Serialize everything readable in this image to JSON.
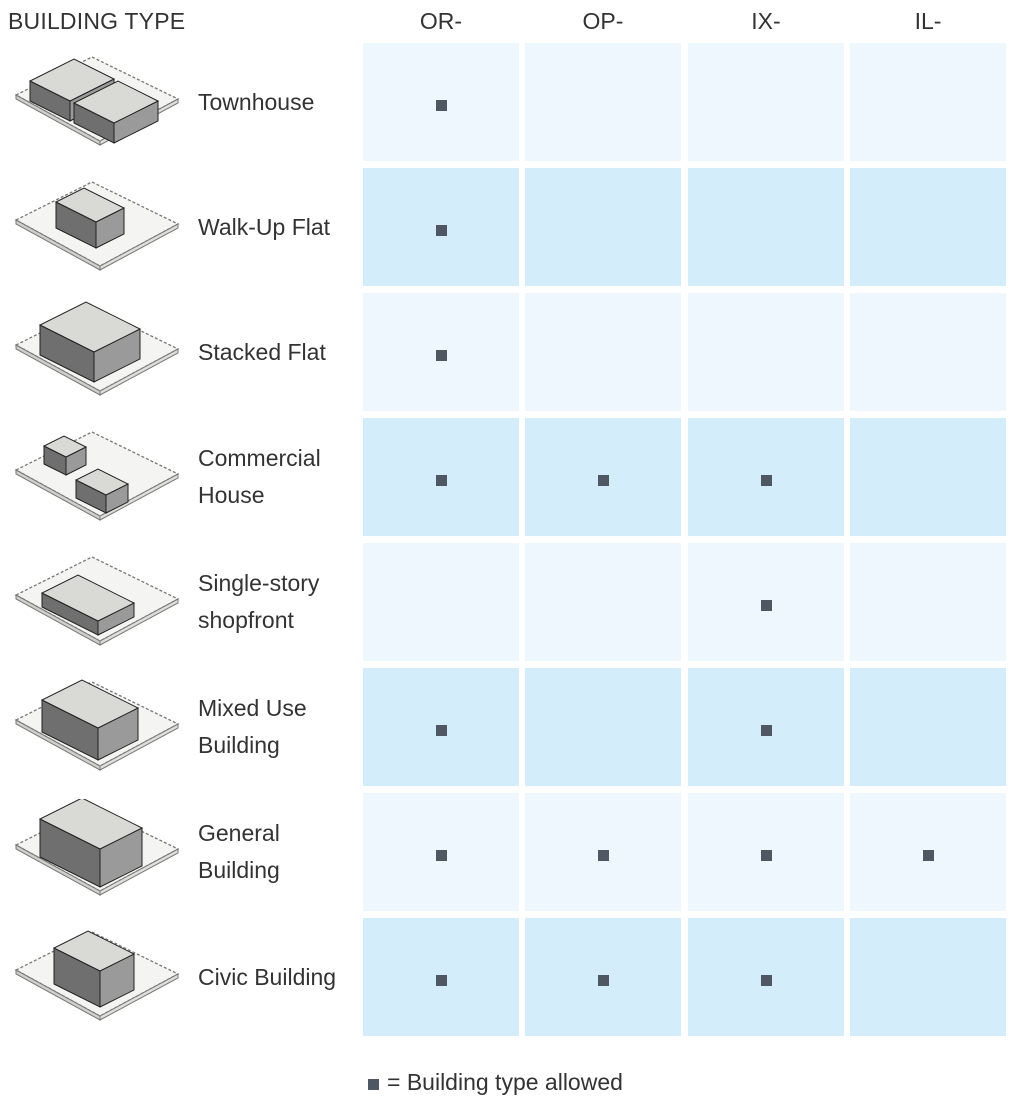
{
  "header": {
    "type_label": "BUILDING TYPE",
    "columns": [
      "OR-",
      "OP-",
      "IX-",
      "IL-"
    ]
  },
  "rows": [
    {
      "label_lines": [
        "Townhouse"
      ],
      "icon": "townhouse-icon",
      "allowed": [
        true,
        false,
        false,
        false
      ]
    },
    {
      "label_lines": [
        "Walk-Up Flat"
      ],
      "icon": "walk-up-flat-icon",
      "allowed": [
        true,
        false,
        false,
        false
      ]
    },
    {
      "label_lines": [
        "Stacked Flat"
      ],
      "icon": "stacked-flat-icon",
      "allowed": [
        true,
        false,
        false,
        false
      ]
    },
    {
      "label_lines": [
        "Commercial",
        "House"
      ],
      "icon": "commercial-house-icon",
      "allowed": [
        true,
        true,
        true,
        false
      ]
    },
    {
      "label_lines": [
        "Single-story",
        "shopfront"
      ],
      "icon": "single-story-shopfront-icon",
      "allowed": [
        false,
        false,
        true,
        false
      ]
    },
    {
      "label_lines": [
        "Mixed Use",
        "Building"
      ],
      "icon": "mixed-use-building-icon",
      "allowed": [
        true,
        false,
        true,
        false
      ]
    },
    {
      "label_lines": [
        "General",
        "Building"
      ],
      "icon": "general-building-icon",
      "allowed": [
        true,
        true,
        true,
        true
      ]
    },
    {
      "label_lines": [
        "Civic Building"
      ],
      "icon": "civic-building-icon",
      "allowed": [
        true,
        true,
        true,
        false
      ]
    }
  ],
  "legend": {
    "text": "= Building type allowed"
  },
  "colors": {
    "row_light": "#eef7fd",
    "row_dark": "#d3eefa",
    "marker": "#4f5763",
    "text": "#333333"
  }
}
